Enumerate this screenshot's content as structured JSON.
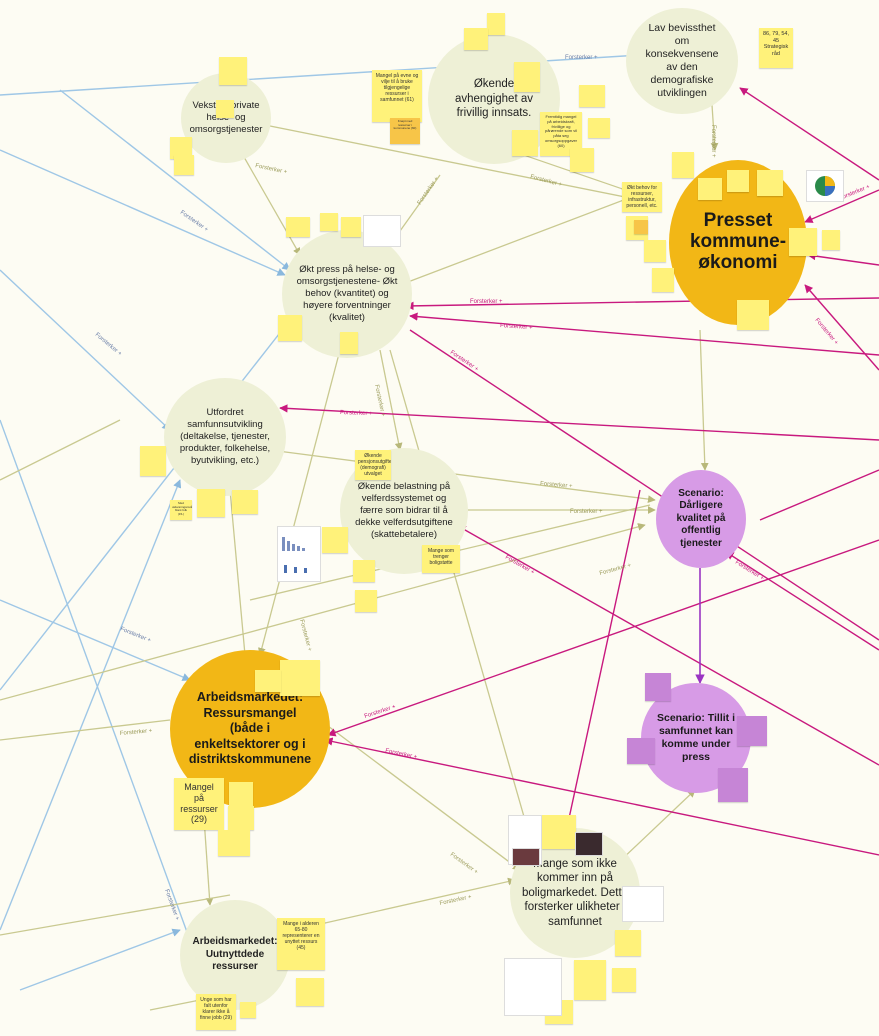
{
  "colors": {
    "background": "#fdfcf3",
    "node_light": "#eef0d6",
    "node_gold": "#f2b716",
    "node_purple": "#d79be6",
    "sticky_yellow": "#fff27a",
    "sticky_orange": "#f7c548",
    "sticky_purple": "#c685d6",
    "edge_olive": "#c9c990",
    "edge_blue": "#9fc7e6",
    "edge_magenta": "#c8197e",
    "edge_purple": "#9a35c2"
  },
  "edge_label": "Forsterker +",
  "nodes": {
    "lav_bevissthet": "Lav bevissthet om konsekvensene av den demografiske utviklingen",
    "okende_avhengighet": "Økende avhengighet av frivillig innsats.",
    "vekst_private": "Vekst av private helse- og omsorgstjenester",
    "presset_kommune": "Presset kommune-økonomi",
    "okt_press": "Økt press på helse- og omsorgstjenestene- Økt behov (kvantitet) og høyere forventninger (kvalitet)",
    "utfordret": "Utfordret samfunnsutvikling (deltakelse, tjenester, produkter, folkehelse, byutvikling, etc.)",
    "okende_belastning": "Økende belastning på velferdssystemet og færre som bidrar til å dekke velferdsutgiftene (skattebetalere)",
    "scenario_darligere": "Scenario: Dårligere kvalitet på offentlig tjenester",
    "arbeidsmarkedet_ressursmangel": "Arbeidsmarkedet: Ressursmangel (både i enkeltsektorer og i distriktskommunene",
    "scenario_tillit": "Scenario: Tillit i samfunnet kan komme under press",
    "mange_som_ikke": "Mange som ikke kommer inn på boligmarkedet. Dette forsterker ulikheter i samfunnet",
    "arbeidsmarkedet_uutnyttede": "Arbeidsmarkedet: Uutnyttdede ressurser"
  },
  "stickies": {
    "strategisk_rad": "86, 79, 54, 45 Strategisk råd",
    "mangel_evne": "Mangel på evne og vilje til å bruke tilgjengelige ressurser i samfunnet (61)",
    "okt_behov_ressurser": "Økt behov for ressurser, infrastruktur, personell, etc.",
    "okende_pensjon": "Økende pensjonsutgifter (demografi) utvalget",
    "mangel_ressurser": "Mangel på ressurser (29)",
    "mange_som_trenger": "Mange som trenger boligstøtte",
    "mange_i_alderen": "Mange i alderen 65-80 representerer en unyttet ressurs (45)",
    "unge_som_har": "Unge som har falt utenfor klarer ikke å finne jobb (29)",
    "frivillig_mangel": "Fremtidig mangel på arbeidskraft, frivillige og pårørende som vil påta seg omsorgsoppgaver (60)",
    "snittverdi": "Med utdanningsnivået blant folk (15-)",
    "knapt_med": "Knapt med ressurser i kommunene (60)"
  }
}
